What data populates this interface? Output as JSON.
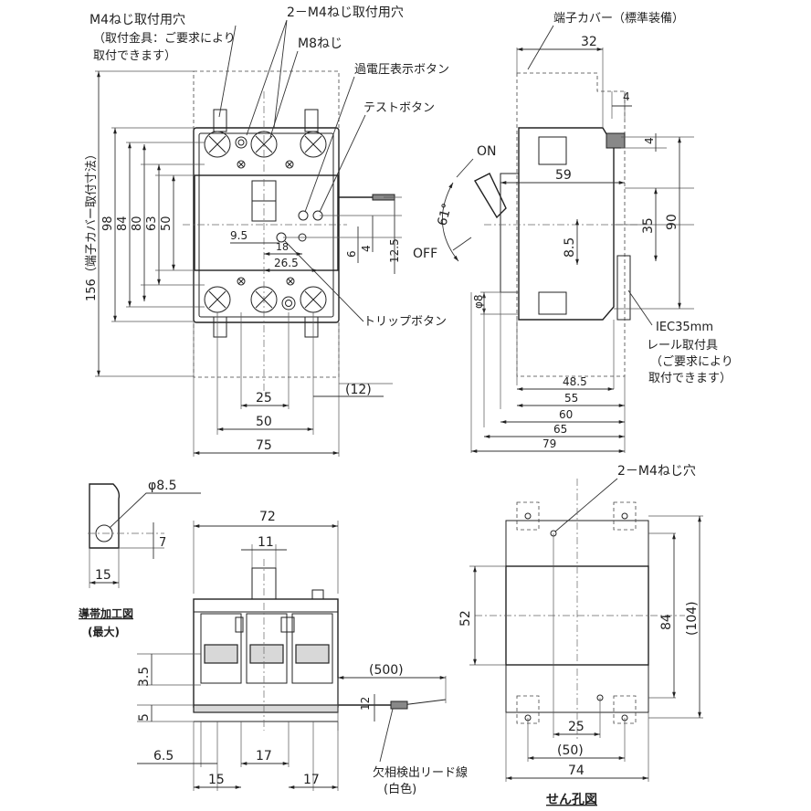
{
  "front_view": {
    "label_m4_hole": "M4ねじ取付用穴",
    "label_m4_note_1": "（取付金具：ご要求により",
    "label_m4_note_2": "取付できます）",
    "label_2m4": "2－M4ねじ取付用穴",
    "label_m8": "M8ねじ",
    "label_overvoltage": "過電圧表示ボタン",
    "label_test": "テストボタン",
    "label_trip": "トリップボタン",
    "dim_156": "156（端子カバー取付寸法）",
    "dim_98": "98",
    "dim_84": "84",
    "dim_80": "80",
    "dim_63": "63",
    "dim_50_v": "50",
    "dim_9_5": "9.5",
    "dim_18": "18",
    "dim_26_5": "26.5",
    "dim_6": "6",
    "dim_4": "4",
    "dim_12_5": "12.5",
    "dim_25": "25",
    "dim_12p": "(12)",
    "dim_50_h": "50",
    "dim_75": "75"
  },
  "side_view": {
    "label_cover": "端子カバー（標準装備）",
    "dim_32": "32",
    "dim_4a": "4",
    "dim_4b": "4",
    "dim_59": "59",
    "dim_35": "35",
    "dim_90": "90",
    "dim_8_5": "8.5",
    "dim_phi8": "φ8",
    "label_on": "ON",
    "label_off": "OFF",
    "dim_61": "61°",
    "label_rail_1": "IEC35mm",
    "label_rail_2": "レール取付具",
    "label_rail_3": "（ご要求により",
    "label_rail_4": "取付できます）",
    "dim_48_5": "48.5",
    "dim_55": "55",
    "dim_60": "60",
    "dim_65": "65",
    "dim_79": "79"
  },
  "conductor_view": {
    "dim_phi8_5": "φ8.5",
    "dim_7": "7",
    "dim_15": "15",
    "label_title_1": "導帯加工図",
    "label_title_2": "(最大)"
  },
  "bottom_view": {
    "dim_72": "72",
    "dim_11": "11",
    "dim_3_5": "3.5",
    "dim_5": "5",
    "dim_500": "(500)",
    "dim_12": "12",
    "dim_6_5": "6.5",
    "dim_17a": "17",
    "dim_15": "15",
    "dim_17b": "17",
    "label_lead_1": "欠相検出リード線",
    "label_lead_2": "(白色)"
  },
  "drill_view": {
    "label_2m4": "2－M4ねじ穴",
    "dim_52": "52",
    "dim_84": "84",
    "dim_104": "(104)",
    "dim_25": "25",
    "dim_50": "(50)",
    "dim_74": "74",
    "label_title": "せん孔図"
  }
}
